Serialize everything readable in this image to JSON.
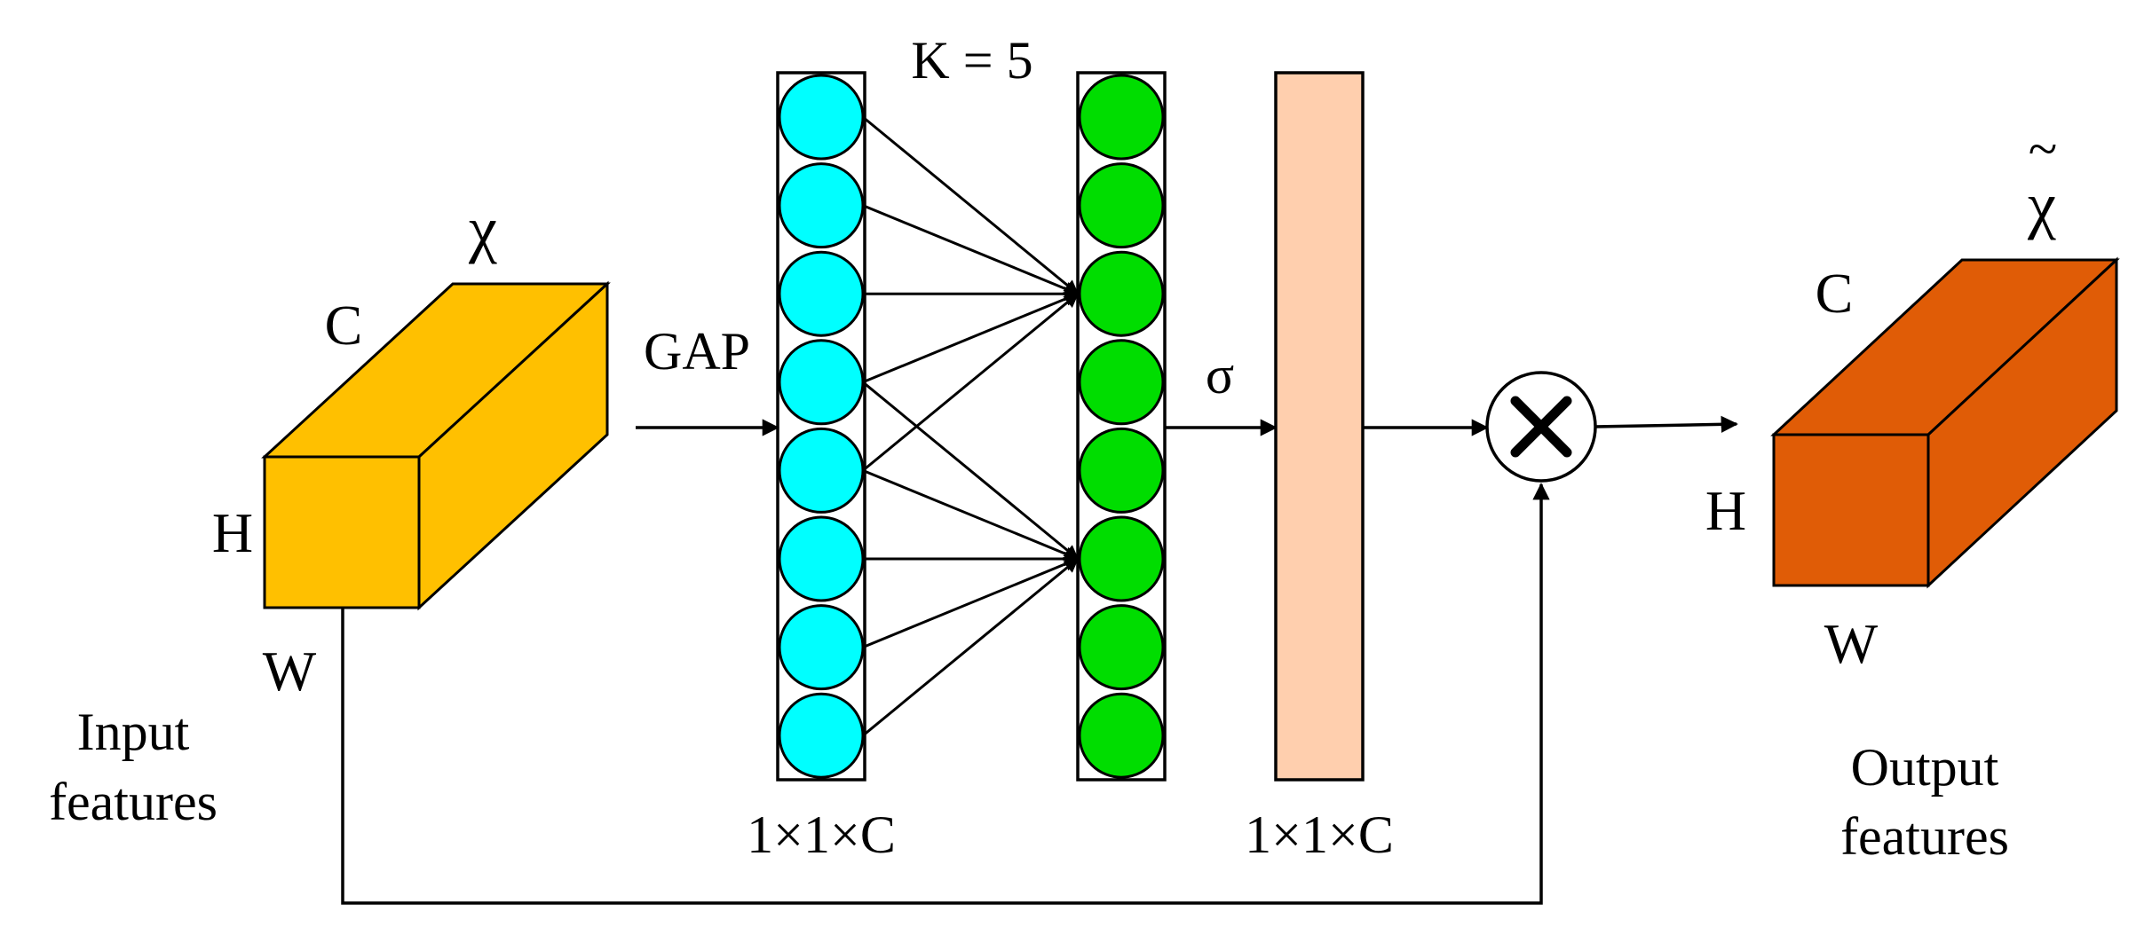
{
  "colors": {
    "input_cube": "#ffc000",
    "input_cube_top": "#ffc000",
    "input_cube_side": "#ffc000",
    "output_cube": "#e05c06",
    "output_cube_top": "#e05c06",
    "output_cube_side": "#e05c06",
    "gap_circles": "#00ffff",
    "conv_circles": "#00dd00",
    "sigmoid_bar": "#ffcfae",
    "stroke": "#000000"
  },
  "input_block": {
    "symbol": "χ",
    "dim_c": "C",
    "dim_h": "H",
    "dim_w": "W",
    "caption_line1": "Input",
    "caption_line2": "features"
  },
  "gap_label": "GAP",
  "gap_vector": {
    "node_count": 8,
    "size_label": "1×1×C"
  },
  "conv": {
    "kernel_label": "K = 5",
    "node_count": 8
  },
  "sigma_label": "σ",
  "sigmoid_vector": {
    "size_label": "1×1×C"
  },
  "multiply_icon": "multiply-icon",
  "output_block": {
    "symbol": "χ",
    "tilde": "~",
    "dim_c": "C",
    "dim_h": "H",
    "dim_w": "W",
    "caption_line1": "Output",
    "caption_line2": "features"
  }
}
